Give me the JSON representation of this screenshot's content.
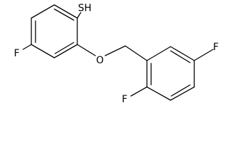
{
  "molecule": {
    "atom_labels": {
      "thiol": "SH",
      "fluoro_left": "F",
      "ether_oxygen": "O",
      "fluoro_right_top": "F",
      "fluoro_right_bottom": "F"
    }
  }
}
